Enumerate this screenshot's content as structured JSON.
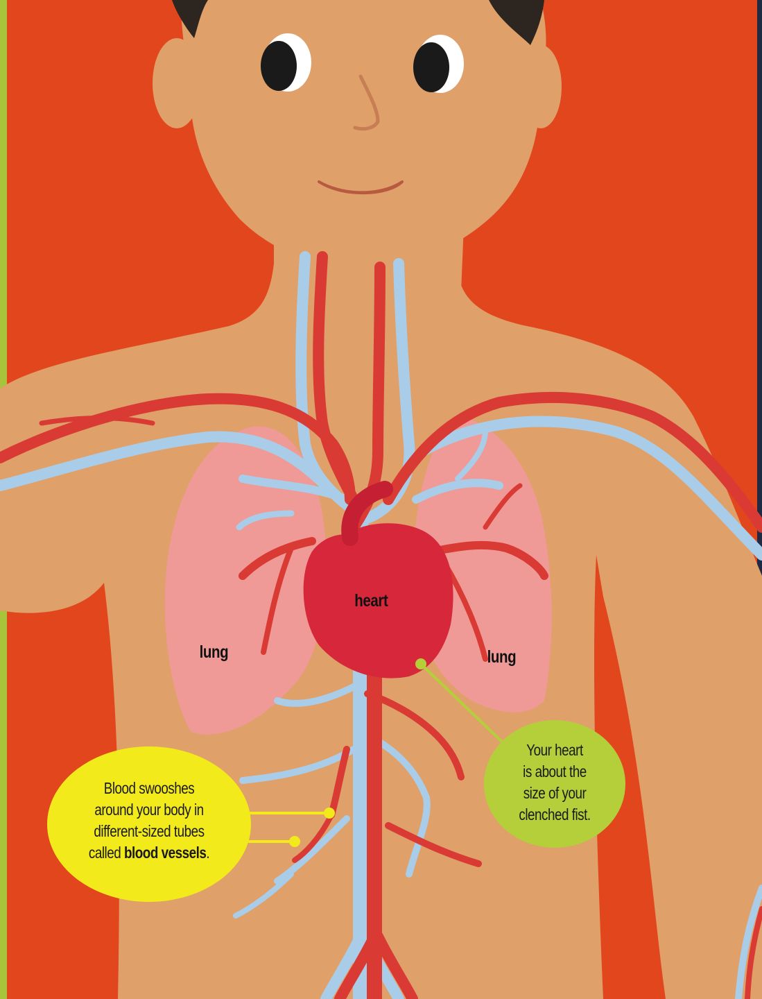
{
  "labels": {
    "heart": "heart",
    "lung_left": "lung",
    "lung_right": "lung"
  },
  "callouts": {
    "heart_fact": {
      "line1": "Your heart",
      "line2": "is about the",
      "line3": "size of your",
      "line4": "clenched fist."
    },
    "vessels_fact": {
      "line1": "Blood swooshes",
      "line2": "around your body in",
      "line3": "different-sized tubes",
      "line4_prefix": "called ",
      "line4_bold": "blood vessels",
      "line4_suffix": "."
    }
  },
  "colors": {
    "frame": "#1f2a44",
    "background": "#e2461c",
    "skin": "#dfa06a",
    "hair": "#2d251f",
    "artery": "#d93a33",
    "vein": "#a9cde8",
    "lung": "#ef9a9a",
    "heart": "#d6283a",
    "green_bubble": "#b5cf3a",
    "yellow_bubble": "#f3ea1b",
    "left_strip": "#a8c43a"
  }
}
